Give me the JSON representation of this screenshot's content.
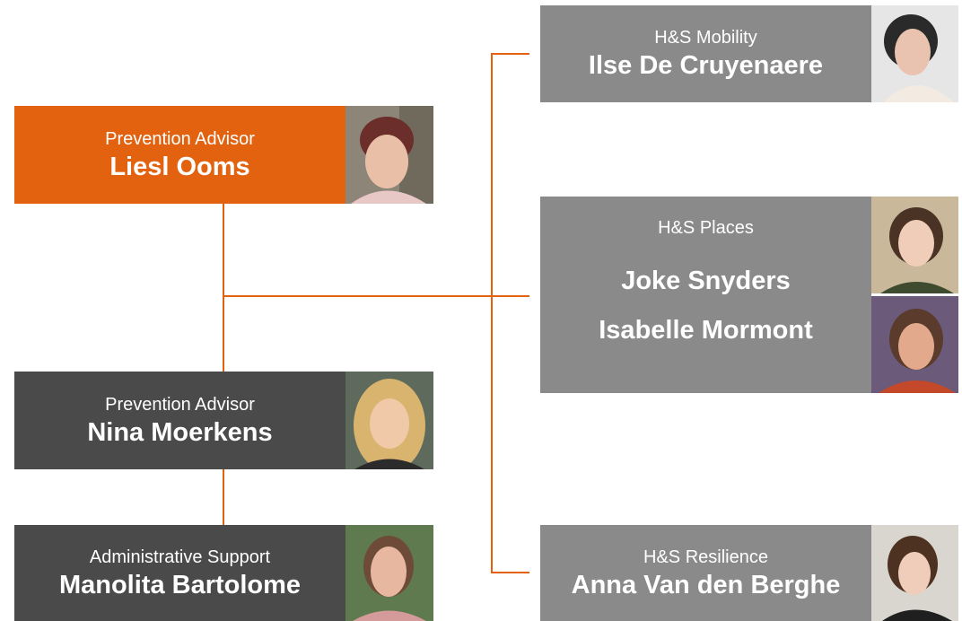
{
  "nodes": {
    "liesl": {
      "role": "Prevention Advisor",
      "name": "Liesl Ooms",
      "color": "#e2620f"
    },
    "nina": {
      "role": "Prevention Advisor",
      "name": "Nina Moerkens",
      "color": "#4a4a4a"
    },
    "manolita": {
      "role": "Administrative Support",
      "name": "Manolita Bartolome",
      "color": "#4a4a4a"
    },
    "ilse": {
      "role": "H&S Mobility",
      "name": "Ilse De Cruyenaere",
      "color": "#8a8a8a"
    },
    "places": {
      "role": "H&S Places",
      "names": [
        "Joke Snyders",
        "Isabelle Mormont"
      ],
      "color": "#8a8a8a"
    },
    "anna": {
      "role": "H&S Resilience",
      "name": "Anna Van den Berghe",
      "color": "#8a8a8a"
    }
  },
  "connector_color": "#e2620f"
}
